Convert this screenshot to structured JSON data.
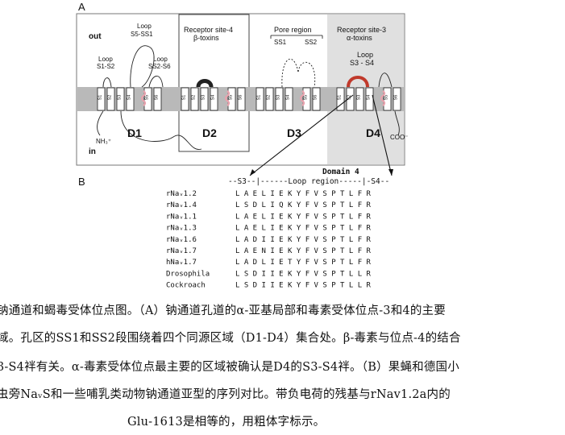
{
  "panel_a": {
    "label": "A",
    "out_label": "out",
    "in_label": "in",
    "n_terminus": "NH₃⁺",
    "c_terminus": "COO⁻",
    "loop_s5_ss1": [
      "Loop",
      "S5-SS1"
    ],
    "loop_s1_s2": [
      "Loop",
      "S1-S2"
    ],
    "loop_ss2_s6": [
      "Loop",
      "SS2-S6"
    ],
    "receptor_site_4": [
      "Receptor site-4",
      "β-toxins"
    ],
    "pore_region": "Pore region",
    "ss1": "SS1",
    "ss2": "SS2",
    "receptor_site_3": [
      "Receptor site-3",
      "α-toxins"
    ],
    "loop_s3_s4": [
      "Loop",
      "S3 - S4"
    ],
    "domains": [
      "D1",
      "D2",
      "D3",
      "D4"
    ],
    "segment_labels": [
      "S1",
      "S2",
      "S3",
      "S4",
      "S5",
      "S6"
    ]
  },
  "panel_b": {
    "label": "B",
    "domain_title": "Domain 4",
    "header_line": "--S3--|------Loop region-----|-S4--",
    "rows": [
      {
        "name": "rNaᵥ1.2",
        "seq": "LAELIEKYFVSPTLFR"
      },
      {
        "name": "rNaᵥ1.4",
        "seq": "LSDLIQKYFVSPTLFR"
      },
      {
        "name": "rNaᵥ1.1",
        "seq": "LAELIEKYFVSPTLFR"
      },
      {
        "name": "rNaᵥ1.3",
        "seq": "LAELIEKYFVSPTLFR"
      },
      {
        "name": "rNaᵥ1.6",
        "seq": "LADIIEKYFVSPTLFR"
      },
      {
        "name": "rNaᵥ1.7",
        "seq": "LAENIEKYFVSPTLFR"
      },
      {
        "name": "hNaᵥ1.7",
        "seq": "LADLIETYFVSPTLFR"
      },
      {
        "name": "Drosophila",
        "seq": "LSDIIEKYFVSPTLLR"
      },
      {
        "name": "Cockroach",
        "seq": "LSDIIEKYFVSPTLLR"
      }
    ]
  },
  "caption": {
    "line1": "钠通道和蝎毒受体位点图。（A）钠通道孔道的α-亚基局部和毒素受体位点-3和4的主要",
    "line2": "域。孔区的SS1和SS2段围绕着四个同源区域（D1-D4）集合处。β-毒素与位点-4的结合",
    "line3": "3-S4袢有关。α-毒素受体位点最主要的区域被确认是D4的S3-S4袢。（B）果蝇和德国小",
    "line4": "虫旁NaᵥS和一些哺乳类动物钠通道亚型的序列对比。带负电荷的残基与rNav1.2a内的",
    "line5": "Glu-1613是相等的，用粗体字标示。"
  },
  "colors": {
    "membrane": "#b9b9b9",
    "d4_shade": "#e0e0e0",
    "site4_marker": "#222222",
    "site3_marker": "#c0392b",
    "helix_pink": "#e8a2ad"
  }
}
